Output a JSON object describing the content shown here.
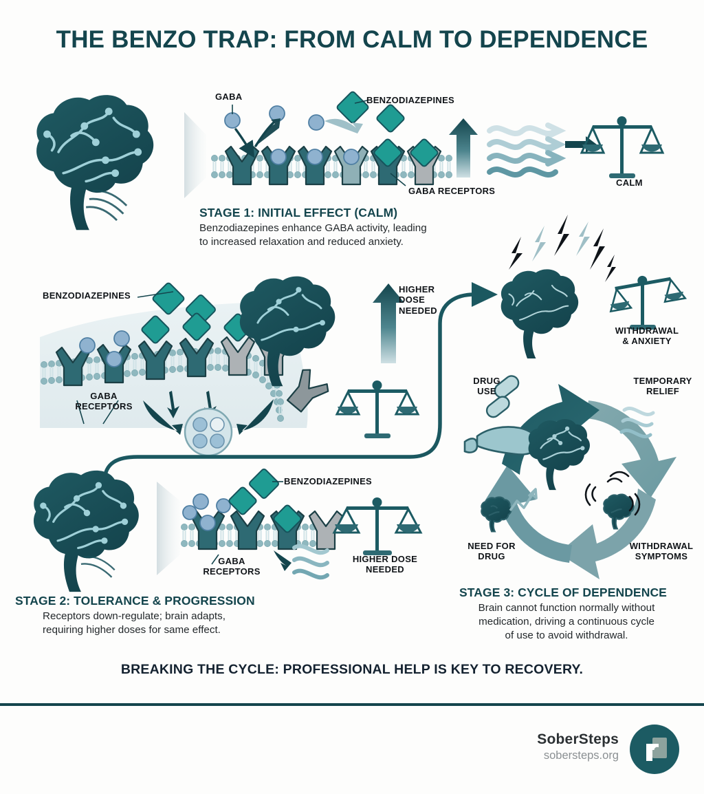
{
  "title": "THE BENZO TRAP: FROM CALM TO DEPENDENCE",
  "colors": {
    "brand_dark": "#14454d",
    "brand_teal": "#1c5b63",
    "accent_green": "#1f9c93",
    "receptor_dark": "#2e6a73",
    "receptor_mid": "#4e8d96",
    "receptor_grey": "#a9adb0",
    "gaba_blue": "#7fa7c4",
    "membrane": "#8bb6bd",
    "background": "#fdfdfc",
    "text_dark": "#101418",
    "text_body": "#23282b",
    "muted": "#8b9093"
  },
  "stage1": {
    "heading": "STAGE 1: INITIAL EFFECT (CALM)",
    "body_line1": "Benzodiazepines enhance GABA activity, leading",
    "body_line2": "to increased relaxation and reduced anxiety.",
    "labels": {
      "gaba": "GABA",
      "benzodiazepines": "BENZODIAZEPINES",
      "gaba_receptors": "GABA RECEPTORS",
      "calm": "CALM"
    },
    "icons": {
      "brain": "brain-icon",
      "up_arrow": "up-arrow-icon",
      "waves": "calm-waves-icon",
      "right_arrow": "right-arrow-icon",
      "scale": "balance-scale-icon"
    },
    "receptor_count": 6,
    "receptor_states": [
      "empty",
      "gaba",
      "gaba",
      "gaba",
      "benzo",
      "benzo"
    ]
  },
  "stage_middle": {
    "labels": {
      "benzodiazepines": "BENZODIAZEPINES",
      "gaba_receptors_line1": "GABA",
      "gaba_receptors_line2": "RECEPTORS",
      "higher_dose_line1": "HIGHER",
      "higher_dose_line2": "DOSE",
      "higher_dose_line3": "NEEDED"
    },
    "icons": {
      "brain": "brain-icon",
      "up_arrow": "up-arrow-icon",
      "scale": "balance-scale-icon",
      "vesicle": "endocytosis-vesicle-icon",
      "internalize_arrow": "curved-down-arrow-icon"
    },
    "receptor_count": 7,
    "receptor_states": [
      "empty",
      "gaba",
      "benzo",
      "benzo",
      "benzo",
      "empty",
      "internalized"
    ]
  },
  "stage2": {
    "heading": "STAGE 2: TOLERANCE & PROGRESSION",
    "body_line1": "Receptors down-regulate; brain adapts,",
    "body_line2": "requiring higher doses for same effect.",
    "labels": {
      "benzodiazepines": "BENZODIAZEPINES",
      "gaba_receptors_line1": "GABA",
      "gaba_receptors_line2": "RECEPTORS",
      "higher_dose_line1": "HIGHER DOSE",
      "higher_dose_line2": "NEEDED"
    },
    "icons": {
      "brain": "brain-icon",
      "scale": "balance-scale-icon",
      "waves": "weak-waves-icon",
      "down_arrow": "curved-down-arrow-icon"
    },
    "receptor_count": 4,
    "receptor_states": [
      "gaba",
      "empty",
      "benzo",
      "downregulated"
    ]
  },
  "stage3": {
    "heading": "STAGE 3: CYCLE OF DEPENDENCE",
    "body_line1": "Brain cannot function normally without",
    "body_line2": "medication, driving a continuous cycle",
    "body_line3": "of use to avoid withdrawal.",
    "top_labels": {
      "withdrawal_line1": "WITHDRAWAL",
      "withdrawal_line2": "& ANXIETY"
    },
    "cycle_labels": [
      {
        "id": "drug-use",
        "line1": "DRUG",
        "line2": "USE"
      },
      {
        "id": "temporary-relief",
        "line1": "TEMPORARY",
        "line2": "RELIEF"
      },
      {
        "id": "withdrawal-symptoms",
        "line1": "WITHDRAWAL",
        "line2": "SYMPTOMS"
      },
      {
        "id": "need-for-drug",
        "line1": "NEED FOR",
        "line2": "DRUG"
      }
    ],
    "icons": {
      "stressed_brain": "stressed-brain-icon",
      "lightning": "lightning-bolt-icon",
      "unbalanced_scale": "unbalanced-scale-icon",
      "center_brain": "brain-icon",
      "pill_hand": "hand-with-pills-icon",
      "waves": "relief-waves-icon",
      "shaking_brain": "shaking-brain-icon",
      "craving_brain": "craving-brain-icon",
      "cycle_arrows": "circular-arrows-icon"
    }
  },
  "banner": {
    "text": "BREAKING THE CYCLE: PROFESSIONAL HELP IS KEY TO RECOVERY."
  },
  "footer": {
    "brand": "SoberSteps",
    "site": "sobersteps.org",
    "logo_icon": "sobersteps-logo-icon"
  }
}
